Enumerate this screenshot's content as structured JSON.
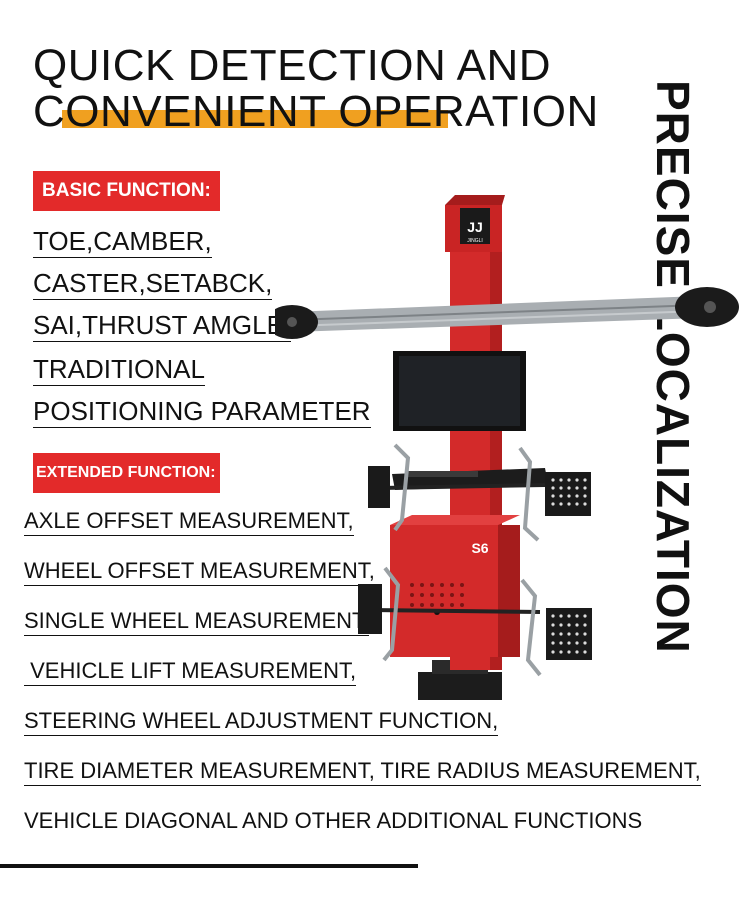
{
  "headline": {
    "line1": "QUICK DETECTION AND",
    "line2": "CONVENIENT OPERATION"
  },
  "vertical_title": "PRECISE LOCALIZATION",
  "basic": {
    "badge": "BASIC FUNCTION:",
    "items": [
      "TOE,CAMBER,",
      "CASTER,SETABCK,",
      "SAI,THRUST AMGLE,",
      "TRADITIONAL",
      "POSITIONING PARAMETER"
    ]
  },
  "extended": {
    "badge": "EXTENDED FUNCTION:",
    "items": [
      "AXLE OFFSET MEASUREMENT,",
      "WHEEL OFFSET MEASUREMENT,",
      "SINGLE WHEEL MEASUREMENT,",
      " VEHICLE LIFT MEASUREMENT,",
      "STEERING WHEEL ADJUSTMENT FUNCTION,",
      "TIRE DIAMETER MEASUREMENT, TIRE RADIUS MEASUREMENT,",
      "VEHICLE DIAGONAL AND OTHER ADDITIONAL FUNCTIONS"
    ]
  },
  "machine": {
    "logo_mark": "JJ",
    "logo_text": "JINGLI",
    "model": "S6",
    "colors": {
      "body": "#d32a2a",
      "dark": "#1c1c1c",
      "rail": "#a9aeb2"
    }
  }
}
